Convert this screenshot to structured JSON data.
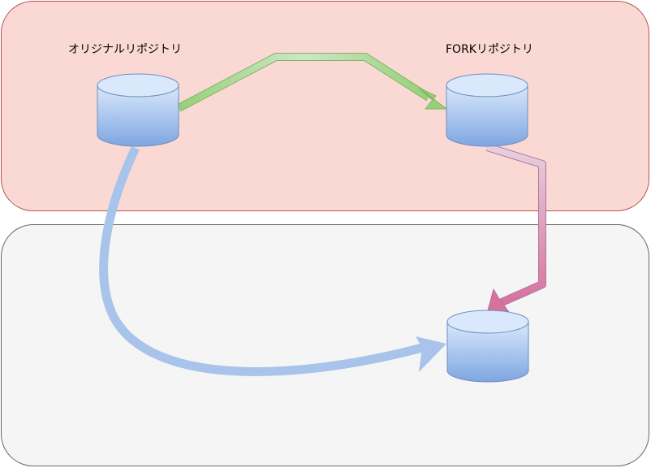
{
  "zones": {
    "remote": {
      "fill": "#fad9d5",
      "stroke": "#b85450"
    },
    "local": {
      "fill": "#f5f5f5",
      "stroke": "#666666"
    }
  },
  "repositories": {
    "original": {
      "label": "オリジナルリポジトリ",
      "icon": "database-cylinder-icon"
    },
    "fork": {
      "label": "FORKリポジトリ",
      "icon": "database-cylinder-icon"
    },
    "local": {
      "label": "",
      "icon": "database-cylinder-icon"
    }
  },
  "arrows": {
    "original_to_fork": {
      "from": "original",
      "to": "fork",
      "colors": [
        "#d5e8d4",
        "#97d077"
      ]
    },
    "fork_to_local": {
      "from": "fork",
      "to": "local",
      "colors": [
        "#e6d0de",
        "#d5739d"
      ]
    },
    "original_to_local": {
      "from": "original",
      "to": "local",
      "colors": [
        "#a9c4eb",
        "#a9c4eb"
      ]
    }
  },
  "cylinder_colors": {
    "top": "#dae8fc",
    "bottom": "#7ea6e0",
    "stroke": "#6c8ebf"
  }
}
